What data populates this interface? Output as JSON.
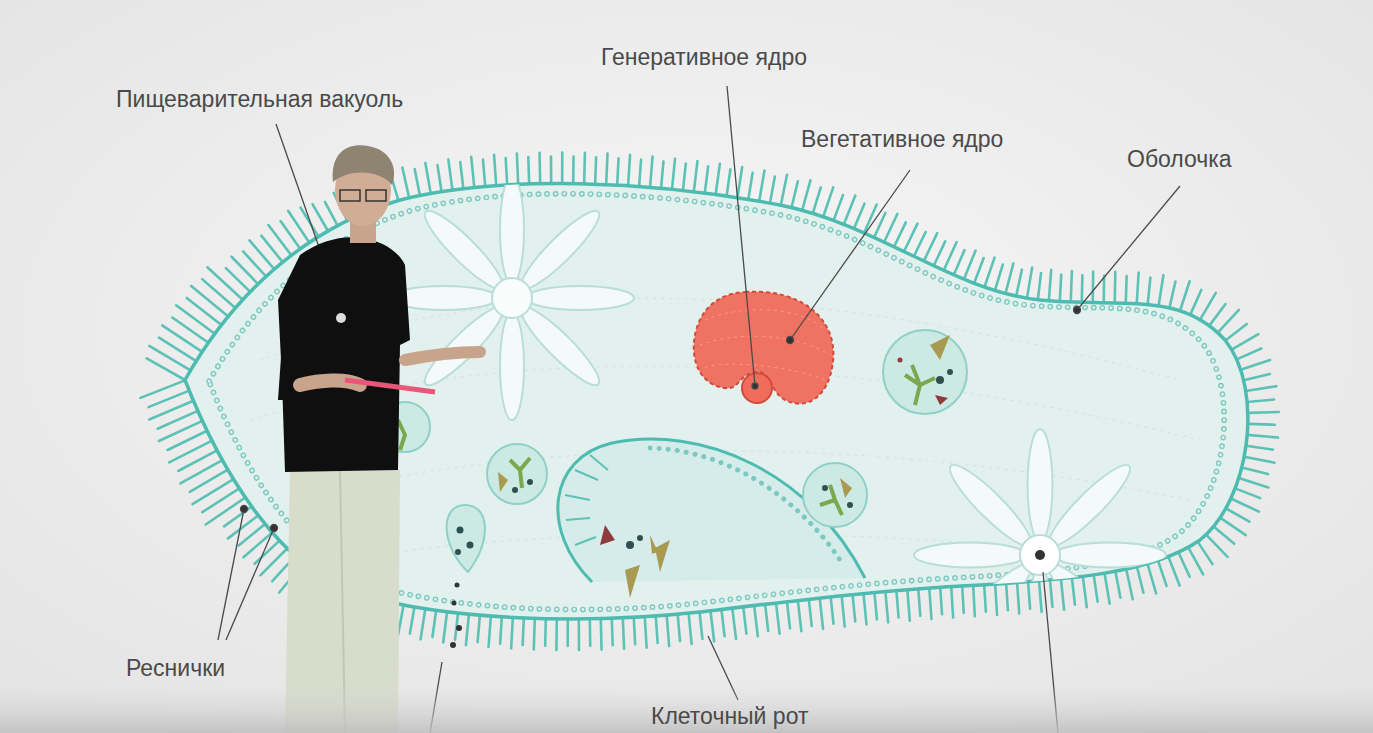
{
  "diagram": {
    "labels": [
      "Пищеварительная вакуоль",
      "Генеративное ядро",
      "Вегетативное ядро",
      "Оболочка",
      "Реснички",
      "Клеточный рот"
    ]
  }
}
